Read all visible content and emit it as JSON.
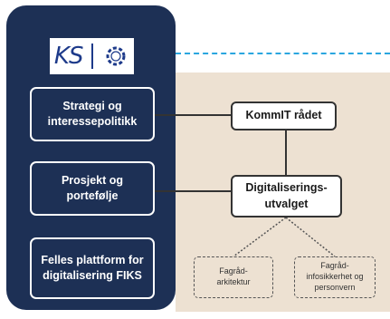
{
  "logo": {
    "text": "KS"
  },
  "left_panel": {
    "items": [
      {
        "label": "Strategi og interessepolitikk"
      },
      {
        "label": "Prosjekt og portefølje"
      },
      {
        "label": "Felles plattform for digitalisering FIKS"
      }
    ]
  },
  "right_diagram": {
    "komm_it": {
      "label": "KommIT rådet"
    },
    "digital": {
      "label": "Digitaliserings-utvalget"
    },
    "fagrad": [
      {
        "label": "Fagråd-arkitektur"
      },
      {
        "label": "Fagråd-infosikkerhet og personvern"
      }
    ]
  },
  "colors": {
    "panel": "#1d3055",
    "background": "#ede1d2",
    "dashed_line": "#2aa6df"
  }
}
